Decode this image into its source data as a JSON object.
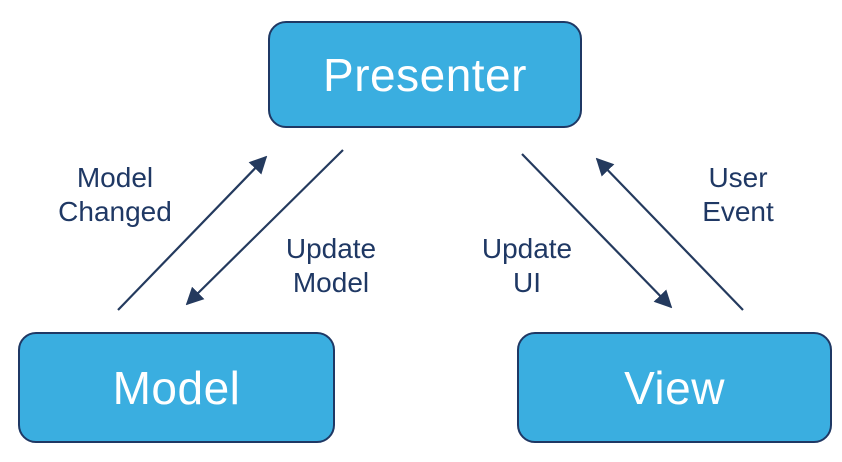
{
  "diagram": {
    "nodes": {
      "presenter": {
        "label": "Presenter"
      },
      "model": {
        "label": "Model"
      },
      "view": {
        "label": "View"
      }
    },
    "edges": {
      "model_changed": {
        "label": "Model\nChanged",
        "from": "Model",
        "to": "Presenter"
      },
      "update_model": {
        "label": "Update\nModel",
        "from": "Presenter",
        "to": "Model"
      },
      "update_ui": {
        "label": "Update\nUI",
        "from": "Presenter",
        "to": "View"
      },
      "user_event": {
        "label": "User\nEvent",
        "from": "View",
        "to": "Presenter"
      }
    },
    "colors": {
      "node_fill": "#3AAEE0",
      "node_border": "#1F3864",
      "node_text": "#FFFFFF",
      "arrow": "#243A5E",
      "label_text": "#1F3864",
      "background": "#FFFFFF"
    }
  }
}
